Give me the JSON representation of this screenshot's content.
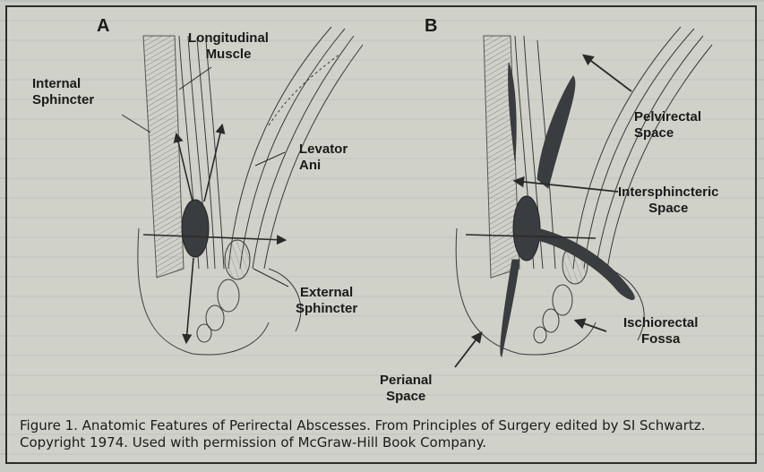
{
  "figure": {
    "panel_a": {
      "letter": "A",
      "labels": {
        "longitudinal_muscle": [
          "Longitudinal",
          "Muscle"
        ],
        "internal_sphincter": [
          "Internal",
          "Sphincter"
        ],
        "levator_ani": [
          "Levator",
          "Ani"
        ],
        "external_sphincter": [
          "External",
          "Sphincter"
        ]
      }
    },
    "panel_b": {
      "letter": "B",
      "labels": {
        "pelvirectal_space": [
          "Pelvirectal",
          "Space"
        ],
        "intersphincteric_space": [
          "Intersphincteric",
          "Space"
        ],
        "ischiorectal_fossa": [
          "Ischiorectal",
          "Fossa"
        ],
        "perianal_space": [
          "Perianal",
          "Space"
        ]
      }
    },
    "caption": "Figure 1. Anatomic Features of Perirectal Abscesses. From Principles of Surgery edited by SI Schwartz. Copyright 1974. Used with permission of McGraw-Hill Book Company."
  },
  "colors": {
    "ink": "#1a1a1a",
    "paper": "#c9ccc4",
    "abscess": "#3a3d40"
  }
}
